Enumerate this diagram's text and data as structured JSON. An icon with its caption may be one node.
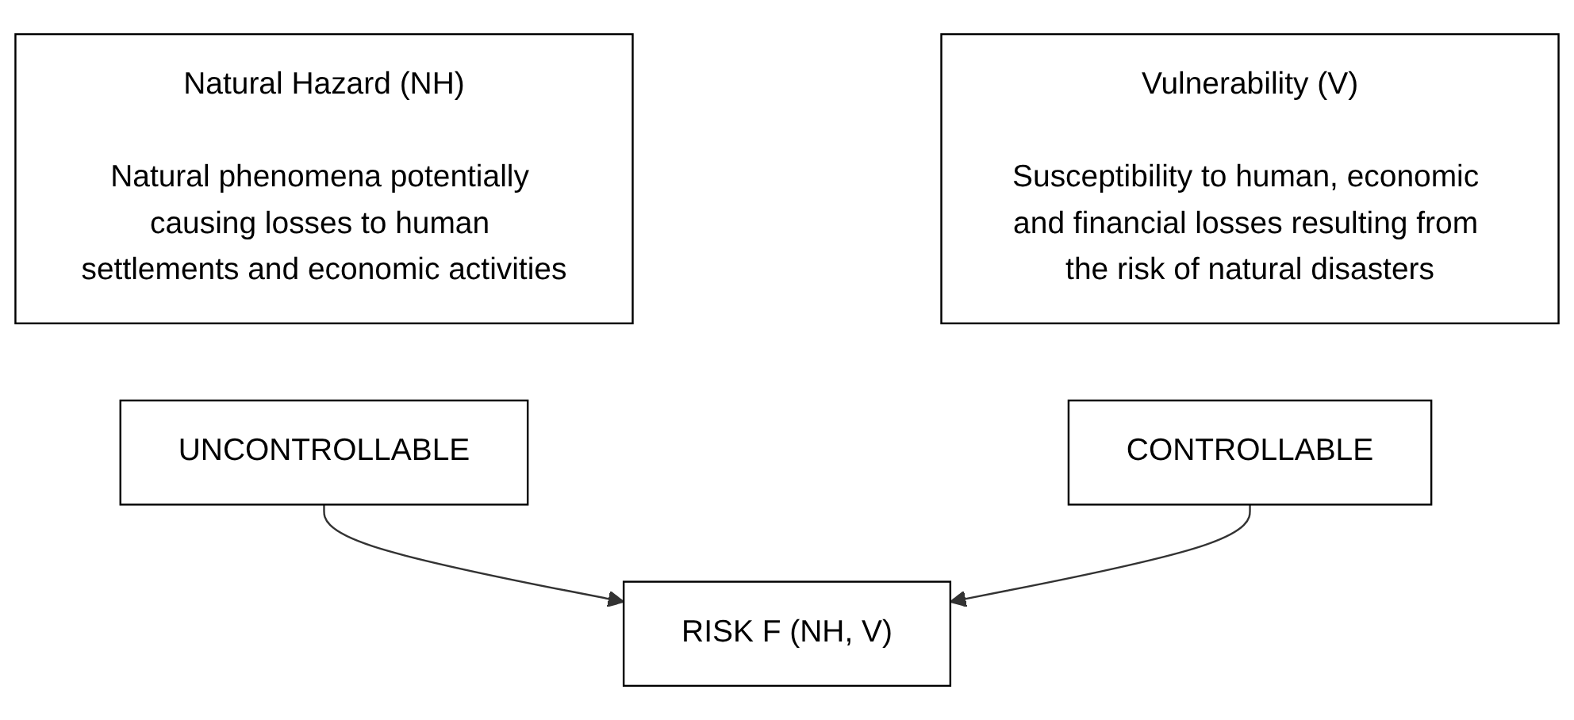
{
  "diagram": {
    "nodes": [
      {
        "text": [
          "Natural Hazard (NH)",
          "Natural phenomena potentially causing losses to human settlements and economic activities"
        ]
      },
      {
        "text": [
          "Vulnerability (V)",
          "Susceptibility to human, economic and financial losses resulting from the risk of natural disasters"
        ]
      },
      {
        "text": [
          "UNCONTROLLABLE"
        ]
      },
      {
        "text": [
          "CONTROLLABLE"
        ]
      },
      {
        "text": [
          "RISK F (NH, V)"
        ]
      }
    ],
    "edges": [
      {
        "from": 2,
        "to": 4,
        "arrow": "to"
      },
      {
        "from": 3,
        "to": 4,
        "arrow": "to"
      }
    ]
  }
}
